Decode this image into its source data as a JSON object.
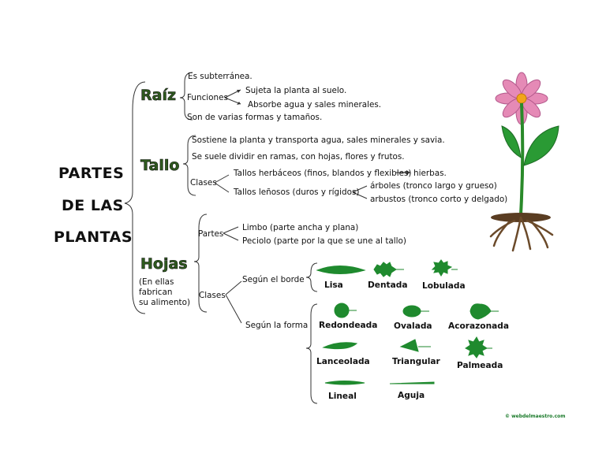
{
  "title": [
    "PARTES",
    "DE LAS",
    "PLANTAS"
  ],
  "raiz": {
    "heading": "Raíz",
    "items": [
      "Es subterránea.",
      "Funciones",
      "Sujeta la planta al suelo.",
      "Absorbe agua y sales minerales.",
      "Son de varias formas y tamaños."
    ]
  },
  "tallo": {
    "heading": "Tallo",
    "items": [
      "Sostiene la planta y transporta agua, sales minerales y savia.",
      "Se suele dividir en ramas, con hojas, flores y frutos.",
      "Clases",
      "Tallos herbáceos (finos, blandos y flexibles)",
      "hierbas.",
      "Tallos leñosos (duros y rígidos)",
      "árboles (tronco largo y grueso)",
      "arbustos (tronco corto y delgado)"
    ]
  },
  "hojas": {
    "heading": "Hojas",
    "note": [
      "(En ellas",
      "fabrican",
      "su alimento)"
    ],
    "partes": "Partes",
    "limbo": "Limbo (parte ancha y plana)",
    "peciolo": "Peciolo (parte por la que se une al tallo)",
    "clases": "Clases",
    "segun_borde": "Según el borde",
    "segun_forma": "Según la forma",
    "borde_types": [
      "Lisa",
      "Dentada",
      "Lobulada"
    ],
    "forma_types": [
      "Redondeada",
      "Ovalada",
      "Acorazonada",
      "Lanceolada",
      "Triangular",
      "Palmeada",
      "Lineal",
      "Aguja"
    ]
  },
  "credit": "© webdelmaestro.com",
  "colors": {
    "leaf": "#1f8a2e",
    "petal": "#e58ab6",
    "center": "#f2a51a",
    "root": "#6b4a2a",
    "heading_fill": "#2e5a1e"
  }
}
